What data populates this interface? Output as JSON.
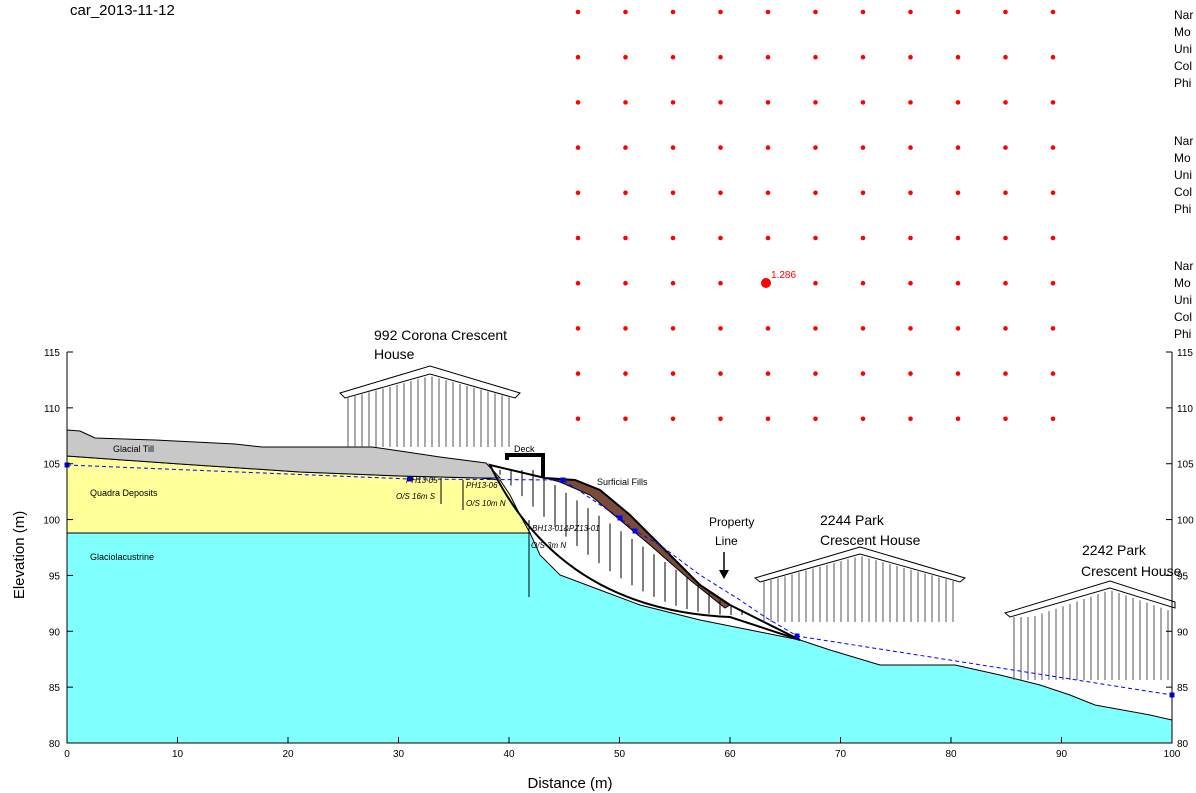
{
  "header": {
    "title": "car_2013-11-12"
  },
  "axes": {
    "x_label": "Distance (m)",
    "y_label": "Elevation (m)",
    "x_ticks": [
      "0",
      "10",
      "20",
      "30",
      "40",
      "50",
      "60",
      "70",
      "80",
      "90",
      "100"
    ],
    "y_ticks": [
      "80",
      "85",
      "90",
      "95",
      "100",
      "105",
      "110",
      "115"
    ]
  },
  "layers": {
    "glacial_till": "Glacial Till",
    "quadra": "Quadra Deposits",
    "glaciolacustrine": "Glaciolacustrine",
    "surficial_fills": "Surficial Fills",
    "deck": "Deck"
  },
  "houses": {
    "corona_line1": "992 Corona Crescent",
    "corona_line2": "House",
    "park2244_line1": "2244 Park",
    "park2244_line2": "Crescent House",
    "park2242_line1": "2242 Park",
    "park2242_line2": "Crescent House"
  },
  "property_line": {
    "line1": "Property",
    "line2": "Line"
  },
  "grid_center": {
    "factor_of_safety": "1.286"
  },
  "boreholes": [
    {
      "name": "PH13-05",
      "offset": "O/S 16m S"
    },
    {
      "name": "PH13-06",
      "offset": "O/S 10m N"
    },
    {
      "name": "BH13-01&PZ13-01",
      "offset": "O/S 3m N"
    }
  ],
  "material_legend_fragments": [
    "Nar",
    "Mo",
    "Uni",
    "Col",
    "Phi",
    "Nar",
    "Mo",
    "Uni",
    "Col",
    "Phi",
    "Nar",
    "Mo",
    "Uni",
    "Col",
    "Phi"
  ],
  "colors": {
    "glacial_till": "#c8c8c8",
    "quadra": "#ffff99",
    "glaciolacustrine": "#80ffff",
    "surficial_fills": "#7a4a3a",
    "grid_points": "#ff0000",
    "water_table": "#0000ff"
  }
}
